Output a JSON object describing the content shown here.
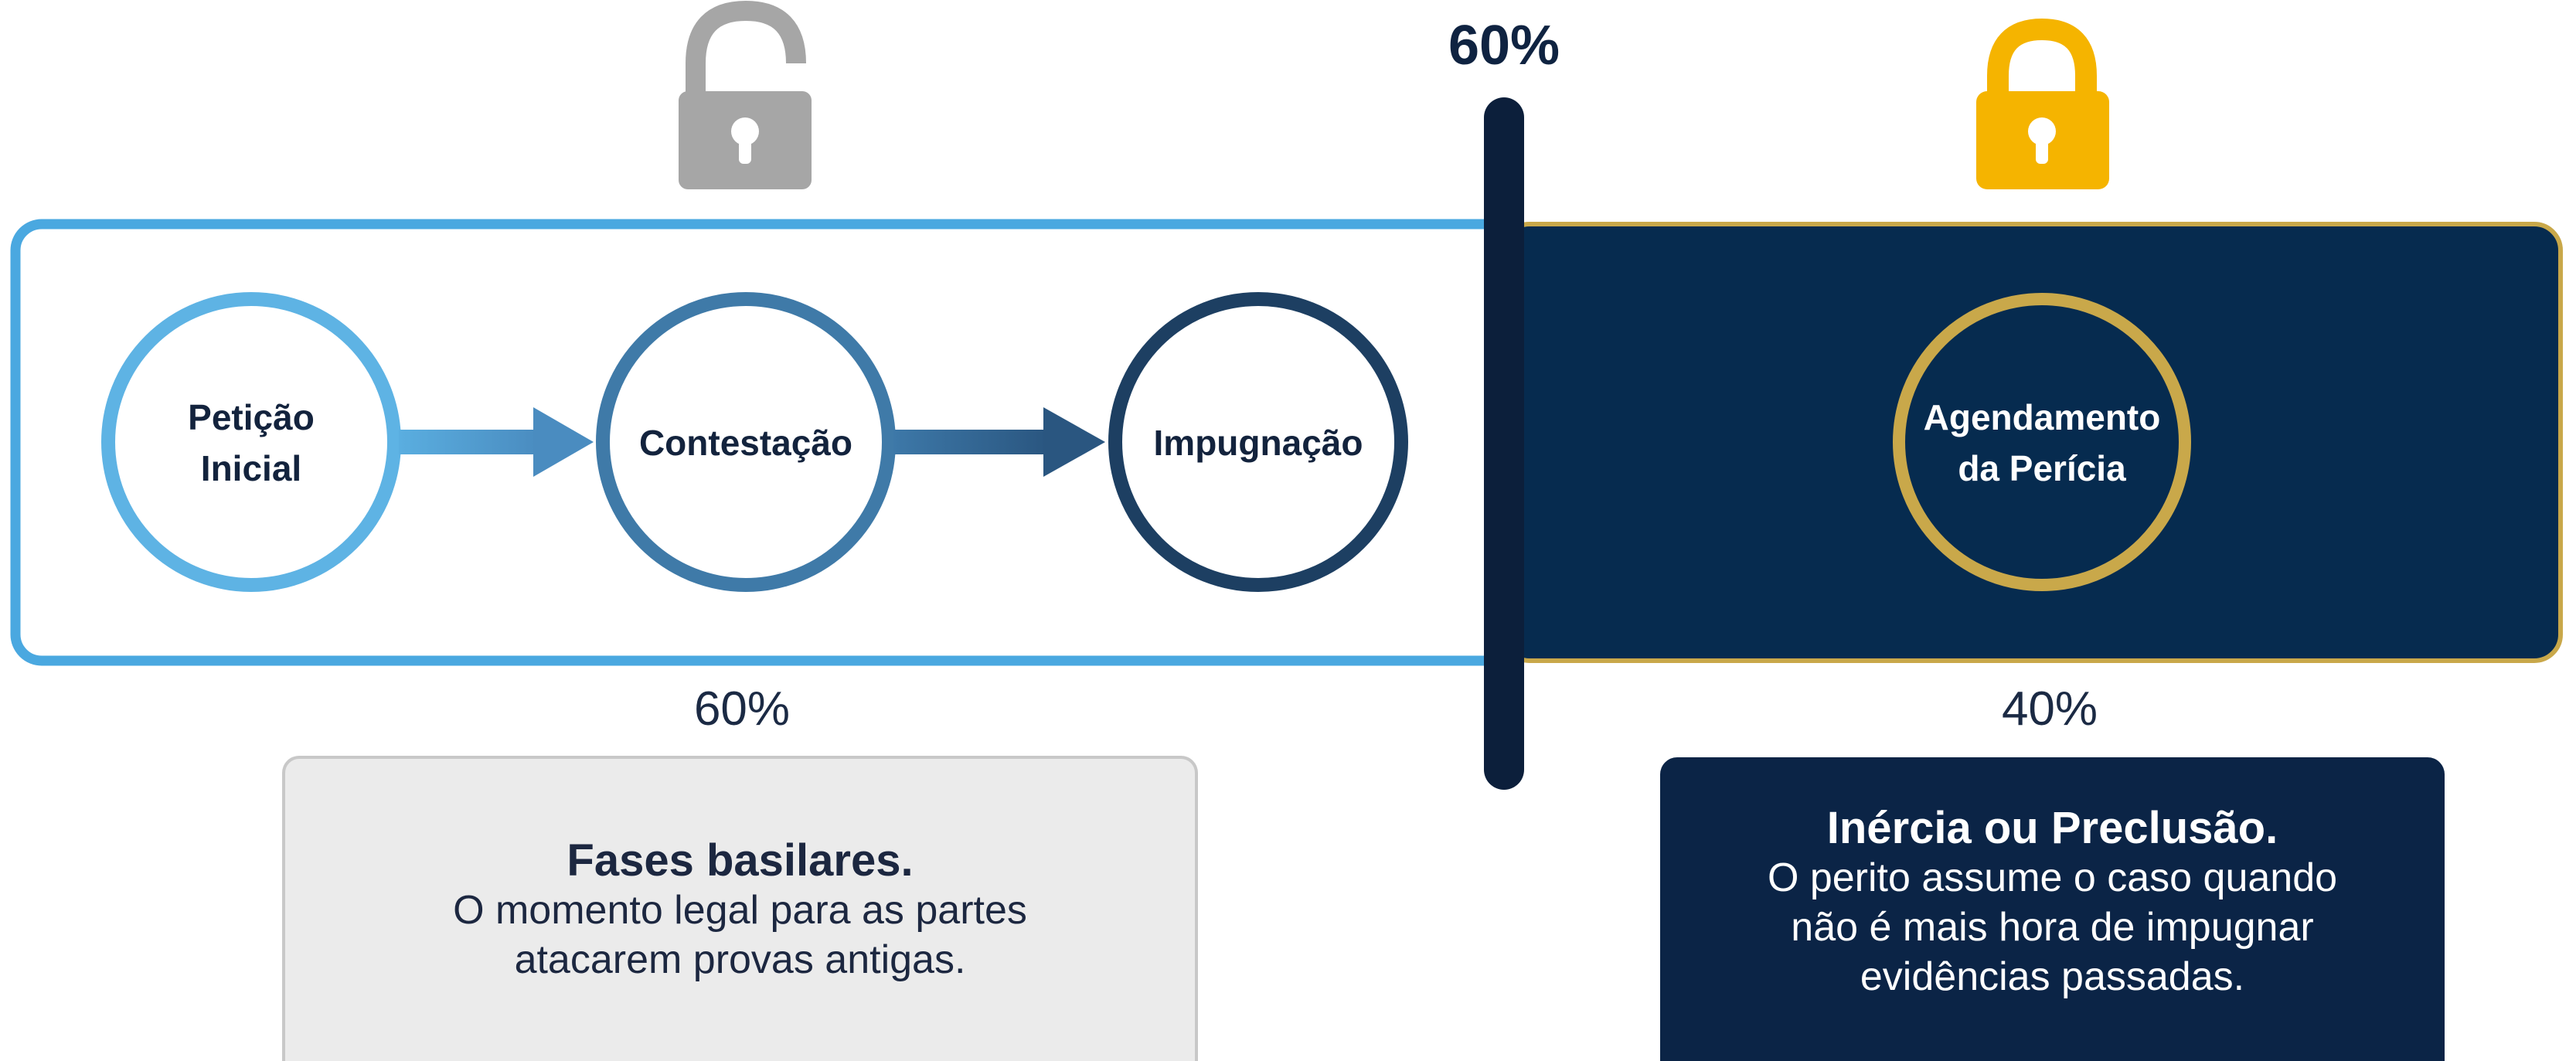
{
  "split_marker": {
    "label": "60%"
  },
  "left_panel": {
    "percent_label": "60%",
    "steps": [
      {
        "label": "Petição\nInicial"
      },
      {
        "label": "Contestação"
      },
      {
        "label": "Impugnação"
      }
    ],
    "caption": {
      "title": "Fases basilares.",
      "body": "O momento legal para as partes\natacarem provas antigas."
    },
    "lock_state": "unlocked",
    "lock_icon": "padlock-open-icon",
    "colors": {
      "border": "#4aa8e0",
      "lock": "#a6a6a6"
    }
  },
  "right_panel": {
    "percent_label": "40%",
    "step": {
      "label": "Agendamento\nda Perícia"
    },
    "caption": {
      "title": "Inércia ou Preclusão.",
      "body": "O perito assume o caso quando\nnão é mais hora de impugnar\nevidências passadas."
    },
    "lock_state": "locked",
    "lock_icon": "padlock-closed-icon",
    "colors": {
      "fill": "#062b4f",
      "border": "#c9a84a",
      "lock": "#f5b400"
    }
  },
  "colors": {
    "divider": "#0c1f3b"
  }
}
